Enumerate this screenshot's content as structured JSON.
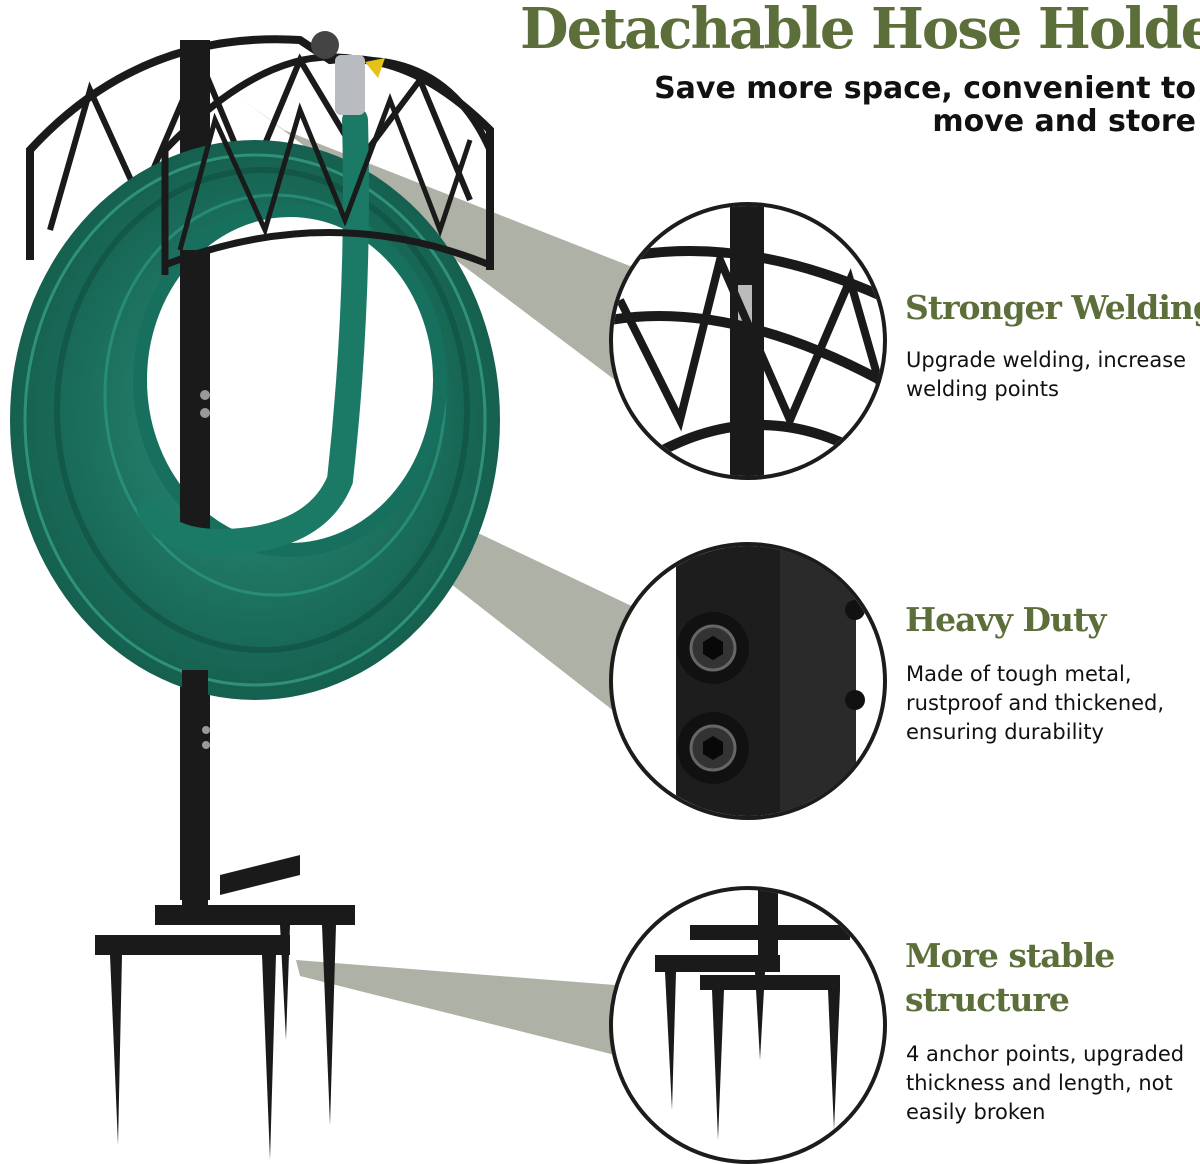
{
  "header": {
    "title": "Detachable Hose Holder",
    "subtitle": "Save more space, convenient to move and store"
  },
  "features": [
    {
      "title": "Stronger Welding",
      "desc": "Upgrade welding, increase welding points"
    },
    {
      "title": "Heavy Duty",
      "desc": "Made of tough metal, rustproof and thickened, ensuring durability"
    },
    {
      "title": "More stable structure",
      "desc": "4 anchor points, upgraded thickness and length, not easily broken"
    }
  ],
  "colors": {
    "accent_green": "#5c6f3a",
    "hose_green": "#1f7f6c",
    "metal_black": "#1a1a1a",
    "callout_gray": "#8c9080"
  },
  "icons": [
    "hose-reel-image",
    "welding-detail-image",
    "bolt-detail-image",
    "stake-detail-image"
  ]
}
